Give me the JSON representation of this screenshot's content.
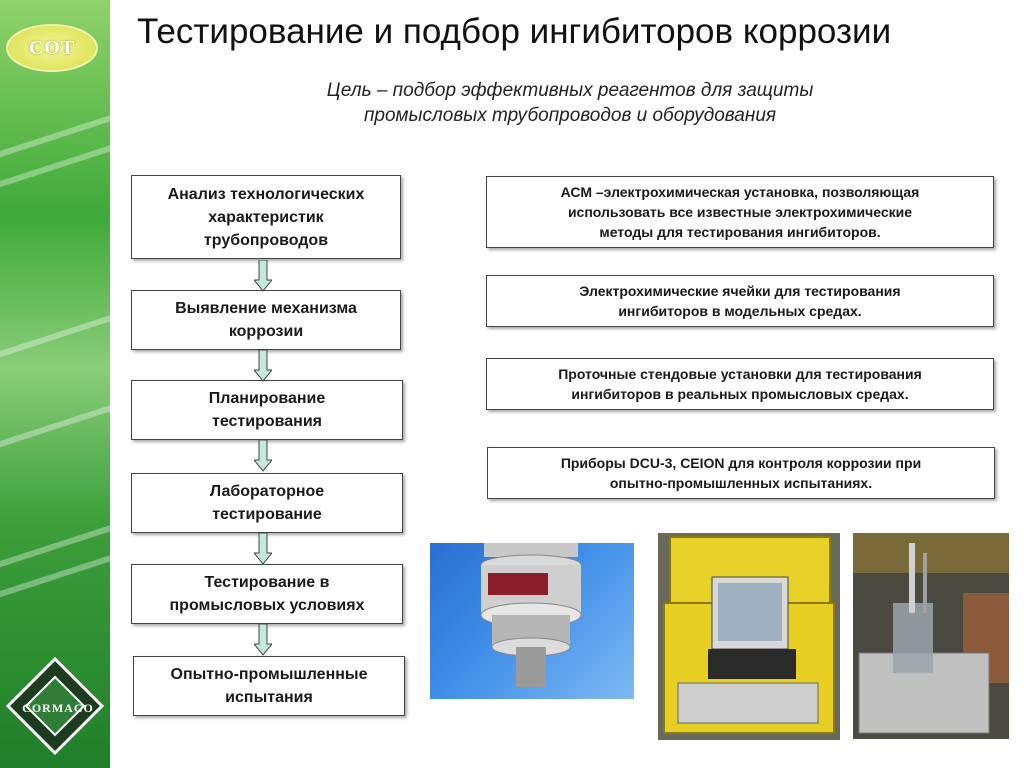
{
  "logos": {
    "top_text": "СОТ",
    "bottom_text": "CORMACO"
  },
  "title": "Тестирование и подбор ингибиторов коррозии",
  "subtitle": {
    "line1": "Цель – подбор эффективных реагентов для защиты",
    "line2": "промысловых трубопроводов и оборудования"
  },
  "flow_steps": [
    {
      "line1": "Анализ технологических",
      "line2": "характеристик",
      "line3": "трубопроводов"
    },
    {
      "line1": "Выявление механизма",
      "line2": "коррозии"
    },
    {
      "line1": "Планирование",
      "line2": "тестирования"
    },
    {
      "line1": "Лабораторное",
      "line2": "тестирование"
    },
    {
      "line1": "Тестирование в",
      "line2": "промысловых условиях"
    },
    {
      "line1": "Опытно-промышленные",
      "line2": "испытания"
    }
  ],
  "methods": [
    {
      "line1": "АСМ –электрохимическая установка, позволяющая",
      "line2": "использовать все известные электрохимические",
      "line3": "методы для тестирования ингибиторов."
    },
    {
      "line1": "Электрохимические ячейки для тестирования",
      "line2": "ингибиторов в модельных средах."
    },
    {
      "line1": "Проточные стендовые установки для тестирования",
      "line2": "ингибиторов в реальных промысловых средах."
    },
    {
      "line1": "Приборы DCU-3, CEION для контроля коррозии при",
      "line2": "опытно-промышленных испытаниях."
    }
  ],
  "colors": {
    "sidebar_green": "#3fa93a",
    "arrow_fill": "#c4e8dc",
    "box_border": "#444444"
  }
}
